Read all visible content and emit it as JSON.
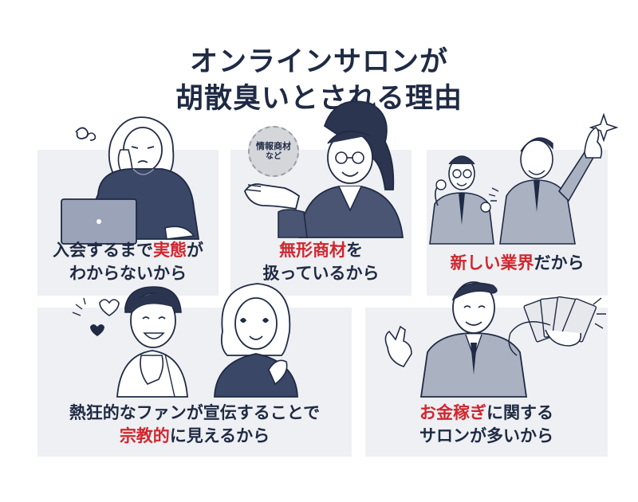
{
  "title": {
    "line1": "オンラインサロンが",
    "line2": "胡散臭いとされる理由"
  },
  "cards": [
    {
      "pre": "入会するまで",
      "highlight": "実態",
      "post": "が",
      "line2": "わからないから"
    },
    {
      "highlight": "無形商材",
      "post": "を",
      "line2": "扱っているから",
      "badge_line1": "情報商材",
      "badge_line2": "など"
    },
    {
      "highlight": "新しい業界",
      "post": "だから"
    },
    {
      "line1": "熱狂的なファンが宣伝することで",
      "highlight": "宗教的",
      "post": "に見えるから"
    },
    {
      "highlight": "お金稼ぎ",
      "post": "に関する",
      "line2": "サロンが多いから"
    }
  ],
  "colors": {
    "navy": "#1f2a44",
    "red": "#d1262f",
    "card_bg": "#eef0f3"
  }
}
